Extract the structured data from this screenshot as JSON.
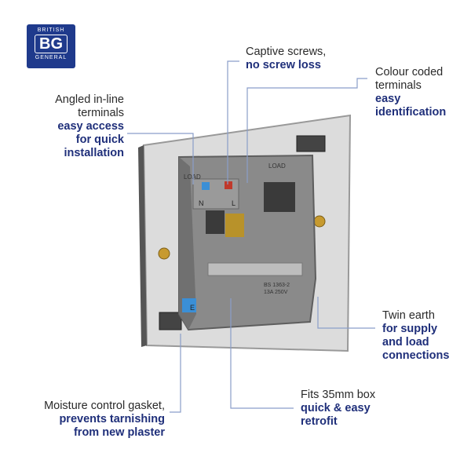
{
  "logo": {
    "top": "BRITISH",
    "mark": "BG",
    "bottom": "GENERAL"
  },
  "callouts": {
    "captive": {
      "line1": "Captive screws,",
      "line2": "no screw loss"
    },
    "colour": {
      "line1": "Colour coded",
      "line2": "terminals",
      "line3": "easy",
      "line4": "identification"
    },
    "angled": {
      "line1": "Angled in-line",
      "line2": "terminals",
      "line3": "easy access",
      "line4": "for quick",
      "line5": "installation"
    },
    "twin": {
      "line1": "Twin earth",
      "line2": "for supply",
      "line3": "and load",
      "line4": "connections"
    },
    "fits": {
      "line1": "Fits 35mm box",
      "line2": "quick & easy",
      "line3": "retrofit"
    },
    "moisture": {
      "line1": "Moisture control gasket,",
      "line2": "prevents tarnishing",
      "line3": "from new plaster"
    }
  },
  "product_markings": {
    "load_left": "LOAD",
    "load_right": "LOAD",
    "n": "N",
    "l": "L",
    "e": "E",
    "standard": "BS 1363-2",
    "rating": "13A 250V"
  },
  "colors": {
    "brand": "#1f3a8c",
    "highlight": "#1f2f7a",
    "terminal_blue": "#3b8fd6",
    "terminal_red": "#c0392b"
  }
}
